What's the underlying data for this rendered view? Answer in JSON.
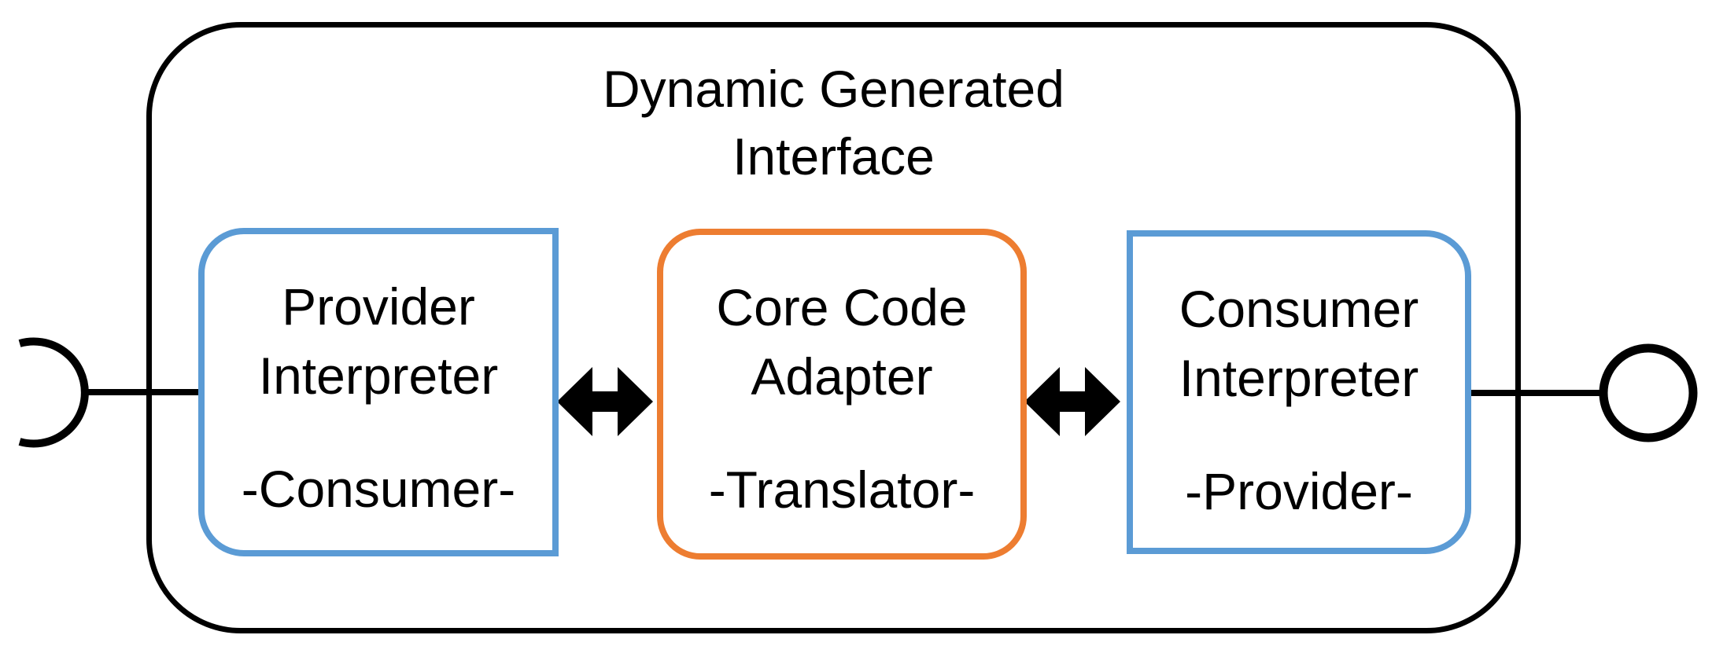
{
  "diagram": {
    "title": {
      "line1": "Dynamic Generated",
      "line2": "Interface"
    },
    "boxes": [
      {
        "line1": "Provider",
        "line2": "Interpreter",
        "role": "-Consumer-",
        "border_color": "#5B9BD5"
      },
      {
        "line1": "Core Code",
        "line2": "Adapter",
        "role": "-Translator-",
        "border_color": "#ED7D31"
      },
      {
        "line1": "Consumer",
        "line2": "Interpreter",
        "role": "-Provider-",
        "border_color": "#5B9BD5"
      }
    ],
    "icons": {
      "left": "required-interface-socket",
      "right": "provided-interface-ball",
      "between_boxes": "double-headed-arrow"
    },
    "colors": {
      "blue": "#5B9BD5",
      "orange": "#ED7D31",
      "line": "#000000",
      "background": "#FFFFFF"
    }
  }
}
